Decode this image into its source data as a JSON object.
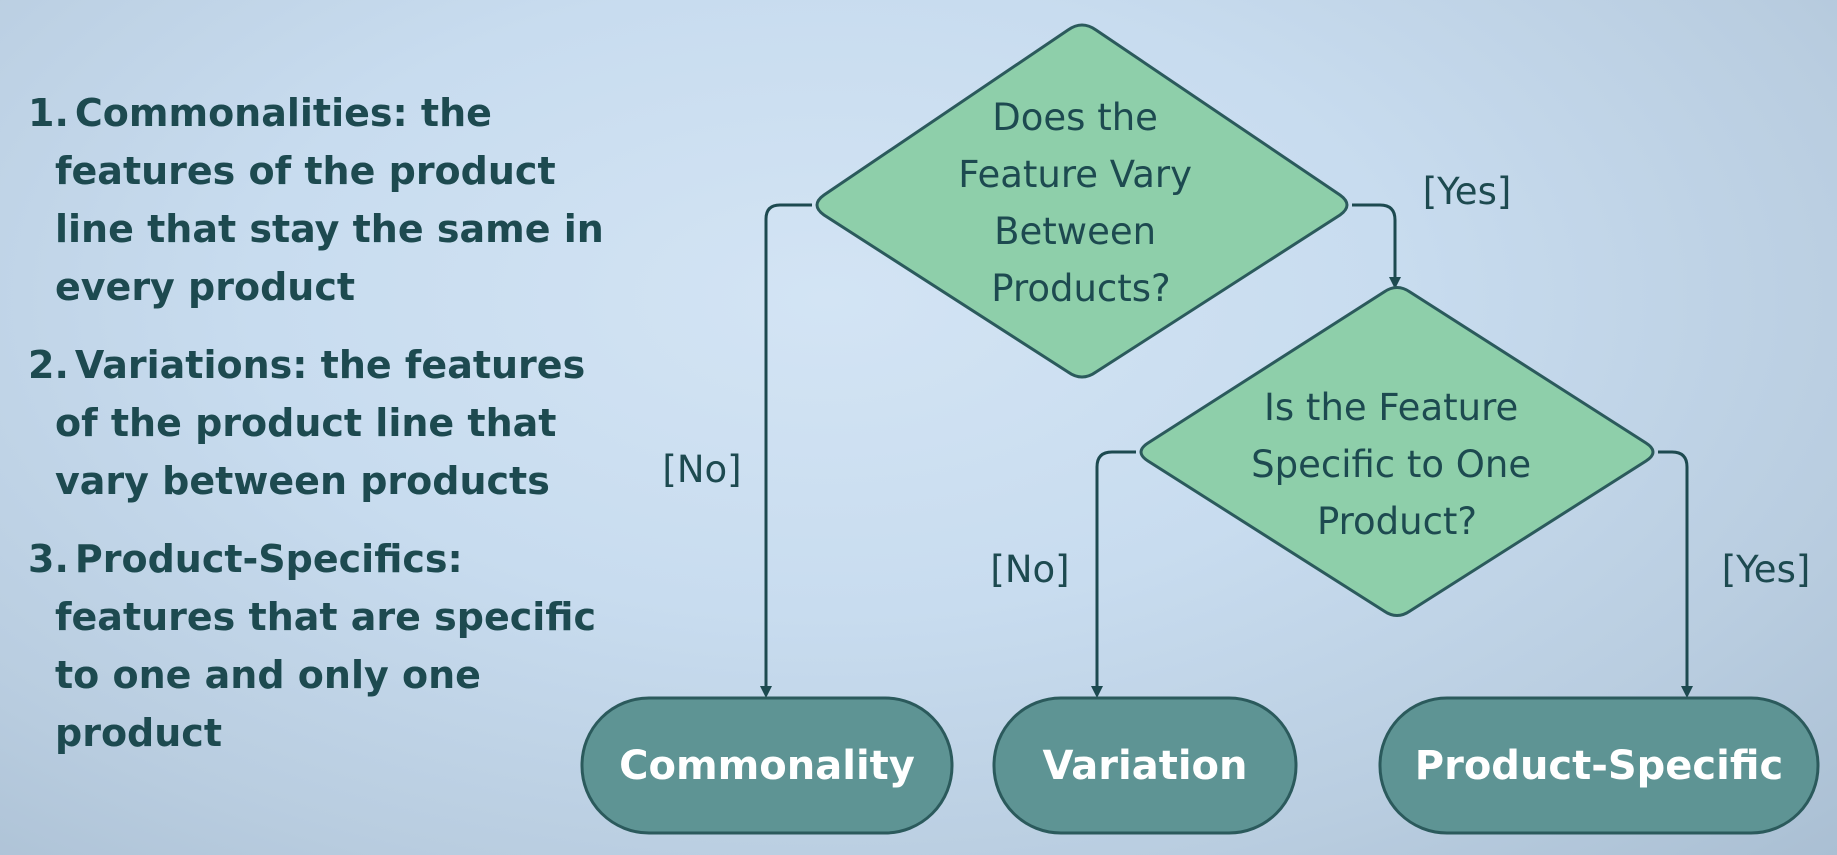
{
  "list": {
    "items": [
      {
        "number": "1.",
        "text": "Commonalities: the features of the product line that stay the same in every product"
      },
      {
        "number": "2.",
        "text": "Variations: the features of the product line that vary between products"
      },
      {
        "number": "3.",
        "text": "Product-Specifics: features that are specific to one and only one product"
      }
    ]
  },
  "decision1": {
    "lines": [
      "Does the",
      "Feature Vary",
      "Between",
      "Products?"
    ],
    "yes_label": "[Yes]",
    "no_label": "[No]"
  },
  "decision2": {
    "lines": [
      "Is the Feature",
      "Specific to One",
      "Product?"
    ],
    "yes_label": "[Yes]",
    "no_label": "[No]"
  },
  "outcomes": {
    "commonality": "Commonality",
    "variation": "Variation",
    "product_specific": "Product-Specific"
  },
  "colors": {
    "text": "#1d4a50",
    "diamond_fill": "#8ecfaa",
    "diamond_stroke": "#2b5a5c",
    "terminal_fill": "#5e9494",
    "connector": "#1d4a50"
  }
}
